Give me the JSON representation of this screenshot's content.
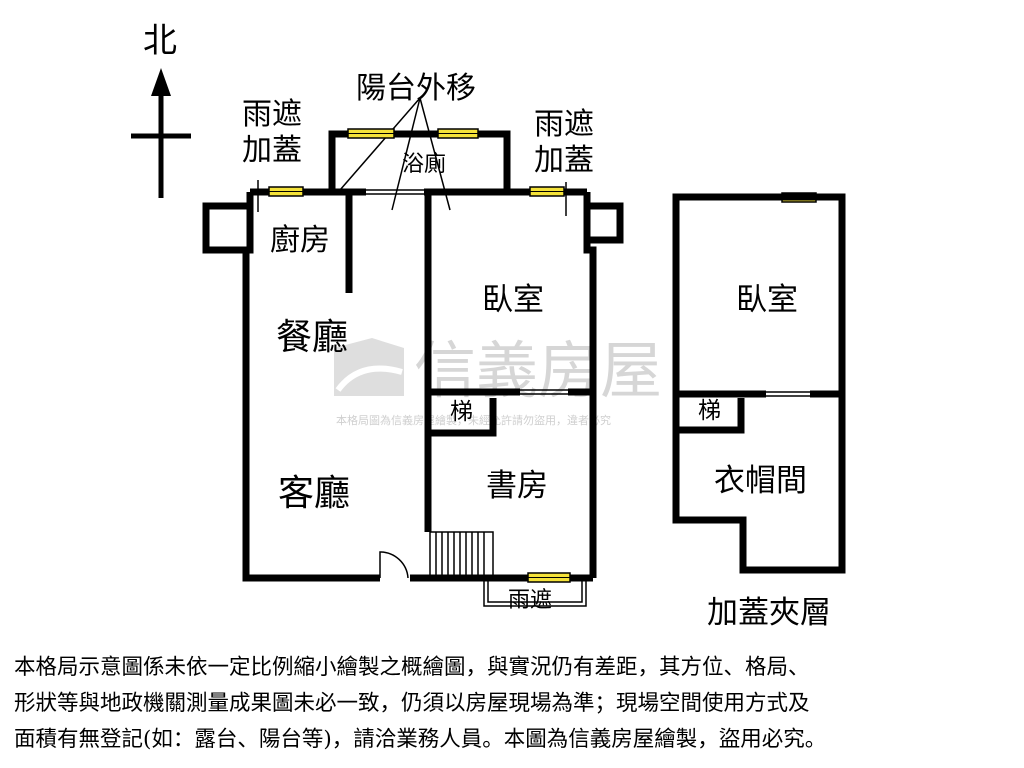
{
  "compass": {
    "north": "北"
  },
  "labels": {
    "balcony_moved": "陽台外移",
    "rain_cover_left": [
      "雨遮",
      "加蓋"
    ],
    "rain_cover_right": [
      "雨遮",
      "加蓋"
    ],
    "bathroom": "浴廁",
    "kitchen": "廚房",
    "dining": "餐廳",
    "living": "客廳",
    "bedroom_main": "臥室",
    "stairs_main": "梯",
    "study": "書房",
    "rain_cover_bottom": "雨遮",
    "bedroom_loft": "臥室",
    "stairs_loft": "梯",
    "closet": "衣帽間",
    "loft_title": "加蓋夾層"
  },
  "watermark": {
    "brand": "信義房屋",
    "notice": "本格局圖為信義房屋繪製，未經允許請勿盜用，違者必究"
  },
  "disclaimer": [
    "本格局示意圖係未依一定比例縮小繪製之概繪圖，與實況仍有差距，其方位、格局、",
    "形狀等與地政機關測量成果圖未必一致，仍須以房屋現場為準；現場空間使用方式及",
    "面積有無登記(如：露台、陽台等)，請洽業務人員。本圖為信義房屋繪製，盜用必究。"
  ]
}
